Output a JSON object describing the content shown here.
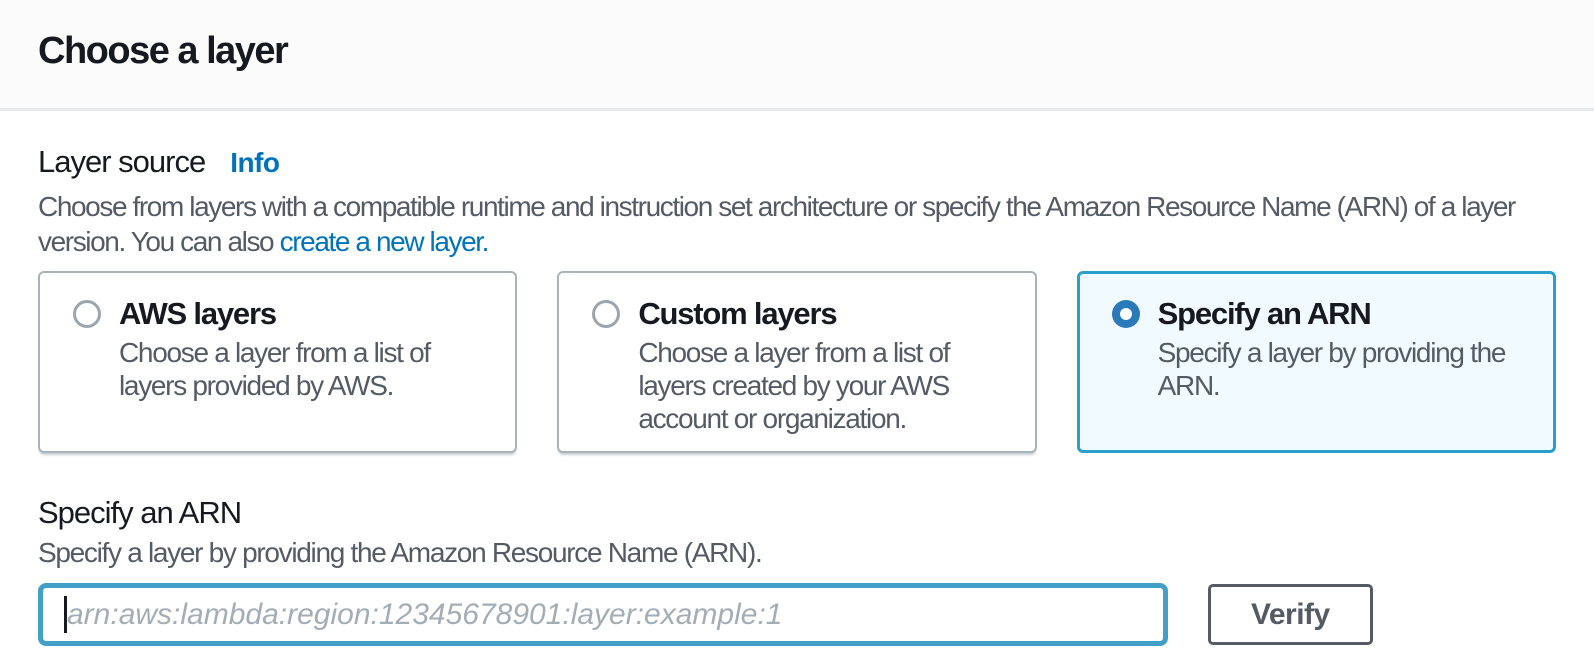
{
  "header": {
    "title": "Choose a layer"
  },
  "layer_source": {
    "label": "Layer source",
    "info_link": "Info",
    "description_line1": "Choose from layers with a compatible runtime and instruction set architecture or specify the Amazon Resource Name (ARN) of a layer",
    "description_line2_prefix": "version. You can also ",
    "create_layer_link": "create a new layer."
  },
  "cards": [
    {
      "title": "AWS layers",
      "selected": false,
      "description_lines": [
        "Choose a layer from a list of",
        "layers provided by AWS."
      ]
    },
    {
      "title": "Custom layers",
      "selected": false,
      "description_lines": [
        "Choose a layer from a list of",
        "layers created by your AWS",
        "account or organization."
      ]
    },
    {
      "title": "Specify an ARN",
      "selected": true,
      "description_lines": [
        "Specify a layer by providing the",
        "ARN."
      ]
    }
  ],
  "arn_section": {
    "title": "Specify an ARN",
    "description": "Specify a layer by providing the Amazon Resource Name (ARN).",
    "input_value": "",
    "input_placeholder": "arn:aws:lambda:region:12345678901:layer:example:1",
    "verify_button": "Verify"
  },
  "colors": {
    "link": "#0073bb",
    "radio": "#2a7ab9",
    "selected-border": "#2b9fcb",
    "selected-bg": "#f1faff",
    "focus-border": "#42a0c8",
    "divider": "#e7e9eb"
  }
}
